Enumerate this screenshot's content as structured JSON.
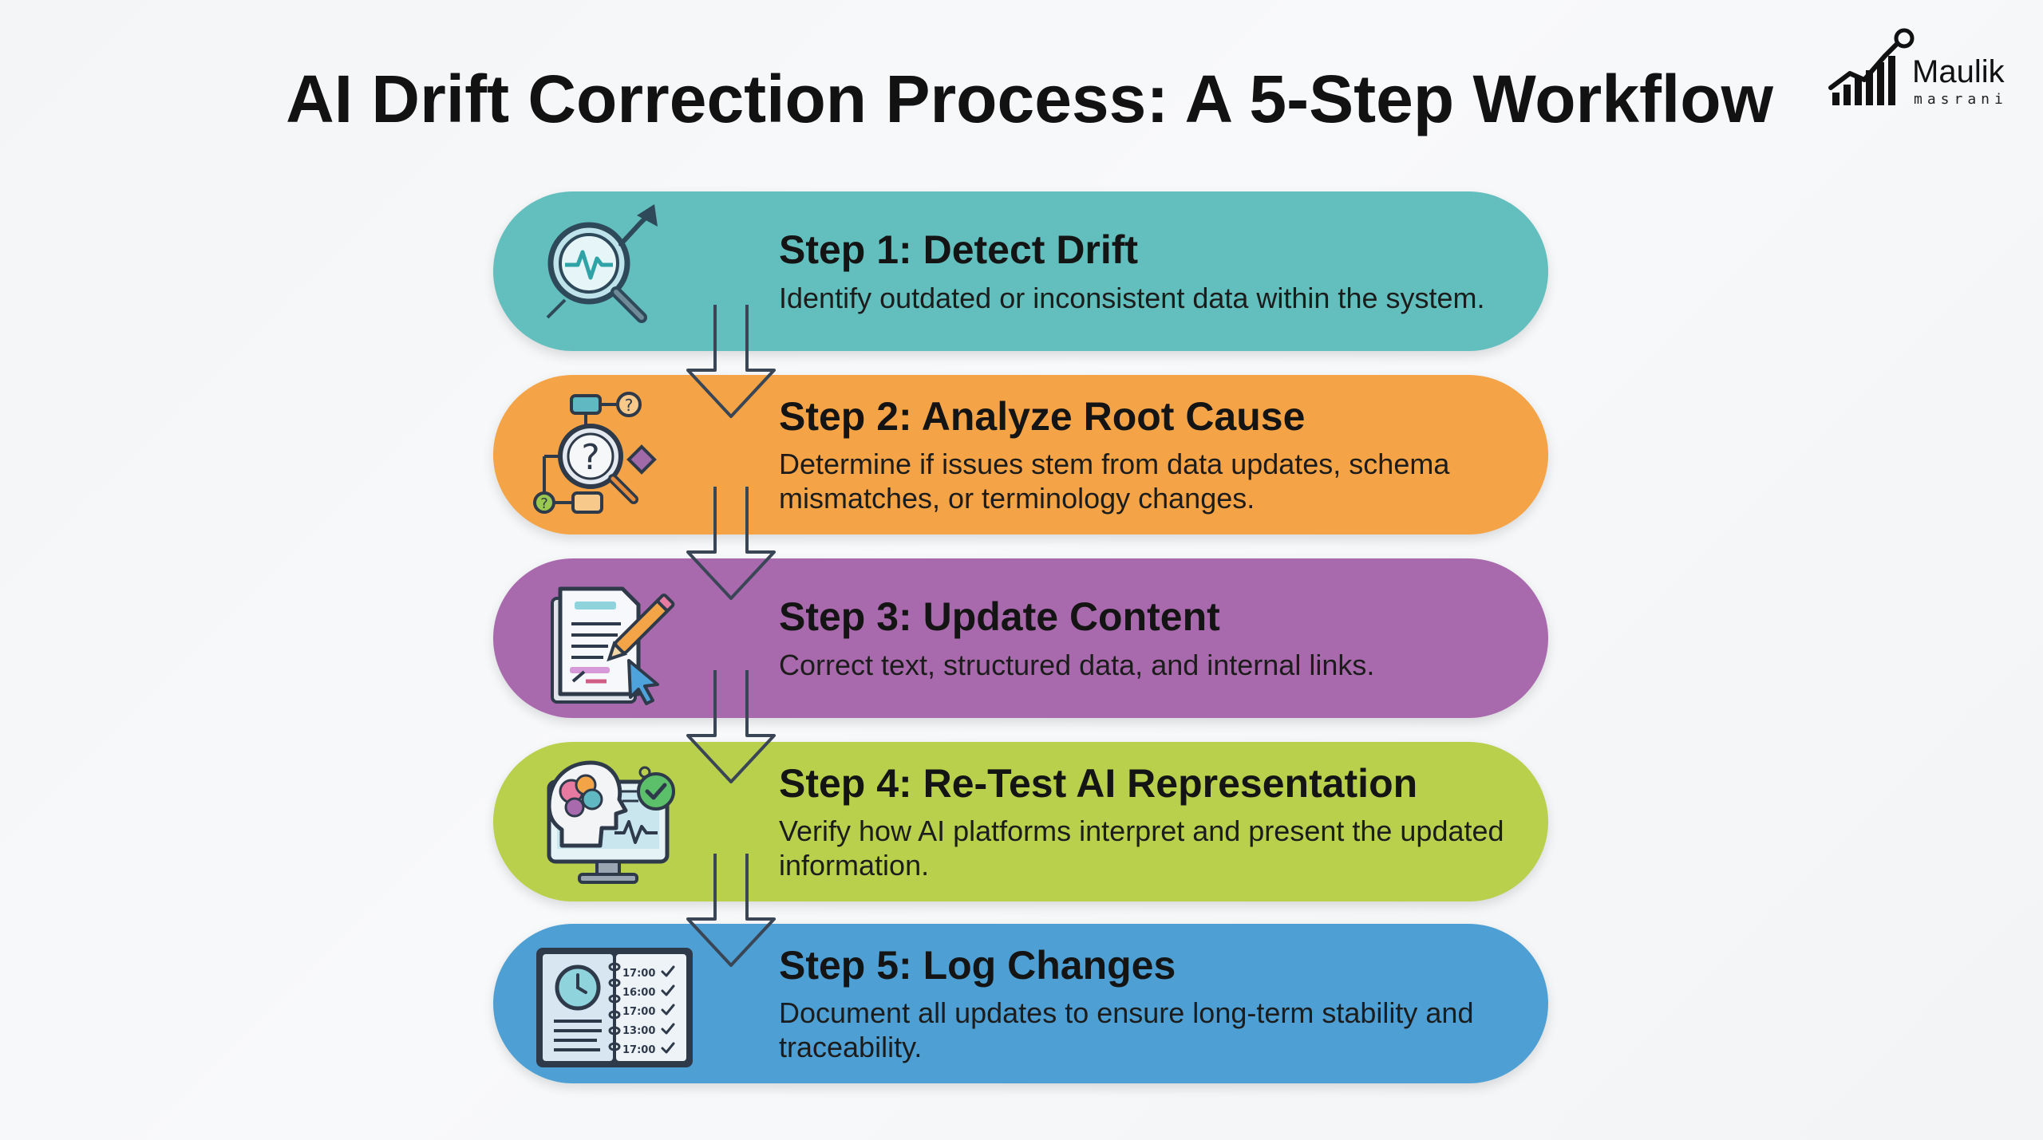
{
  "title": "AI Drift Correction Process: A 5-Step Workflow",
  "logo": {
    "name": "Maulik",
    "sub": "masrani"
  },
  "steps": [
    {
      "title": "Step 1: Detect Drift",
      "description": "Identify outdated or inconsistent data within the system.",
      "icon": "magnifier-pulse-icon",
      "color": "#62bfbd"
    },
    {
      "title": "Step 2: Analyze Root Cause",
      "description": "Determine if issues stem from data updates, schema mismatches, or terminology changes.",
      "icon": "root-cause-flow-icon",
      "color": "#f4a446"
    },
    {
      "title": "Step 3: Update Content",
      "description": "Correct text, structured data, and internal links.",
      "icon": "document-edit-icon",
      "color": "#a96aad"
    },
    {
      "title": "Step 4: Re-Test AI Representation",
      "description": "Verify how AI platforms interpret and present the updated information.",
      "icon": "ai-monitor-check-icon",
      "color": "#b9d04c"
    },
    {
      "title": "Step 5: Log Changes",
      "description": "Document all updates to ensure long-term stability and traceability.",
      "icon": "log-book-clock-icon",
      "color": "#4ea0d4"
    }
  ],
  "log_times": [
    "17:00",
    "16:00",
    "17:00",
    "13:00",
    "17:00"
  ]
}
